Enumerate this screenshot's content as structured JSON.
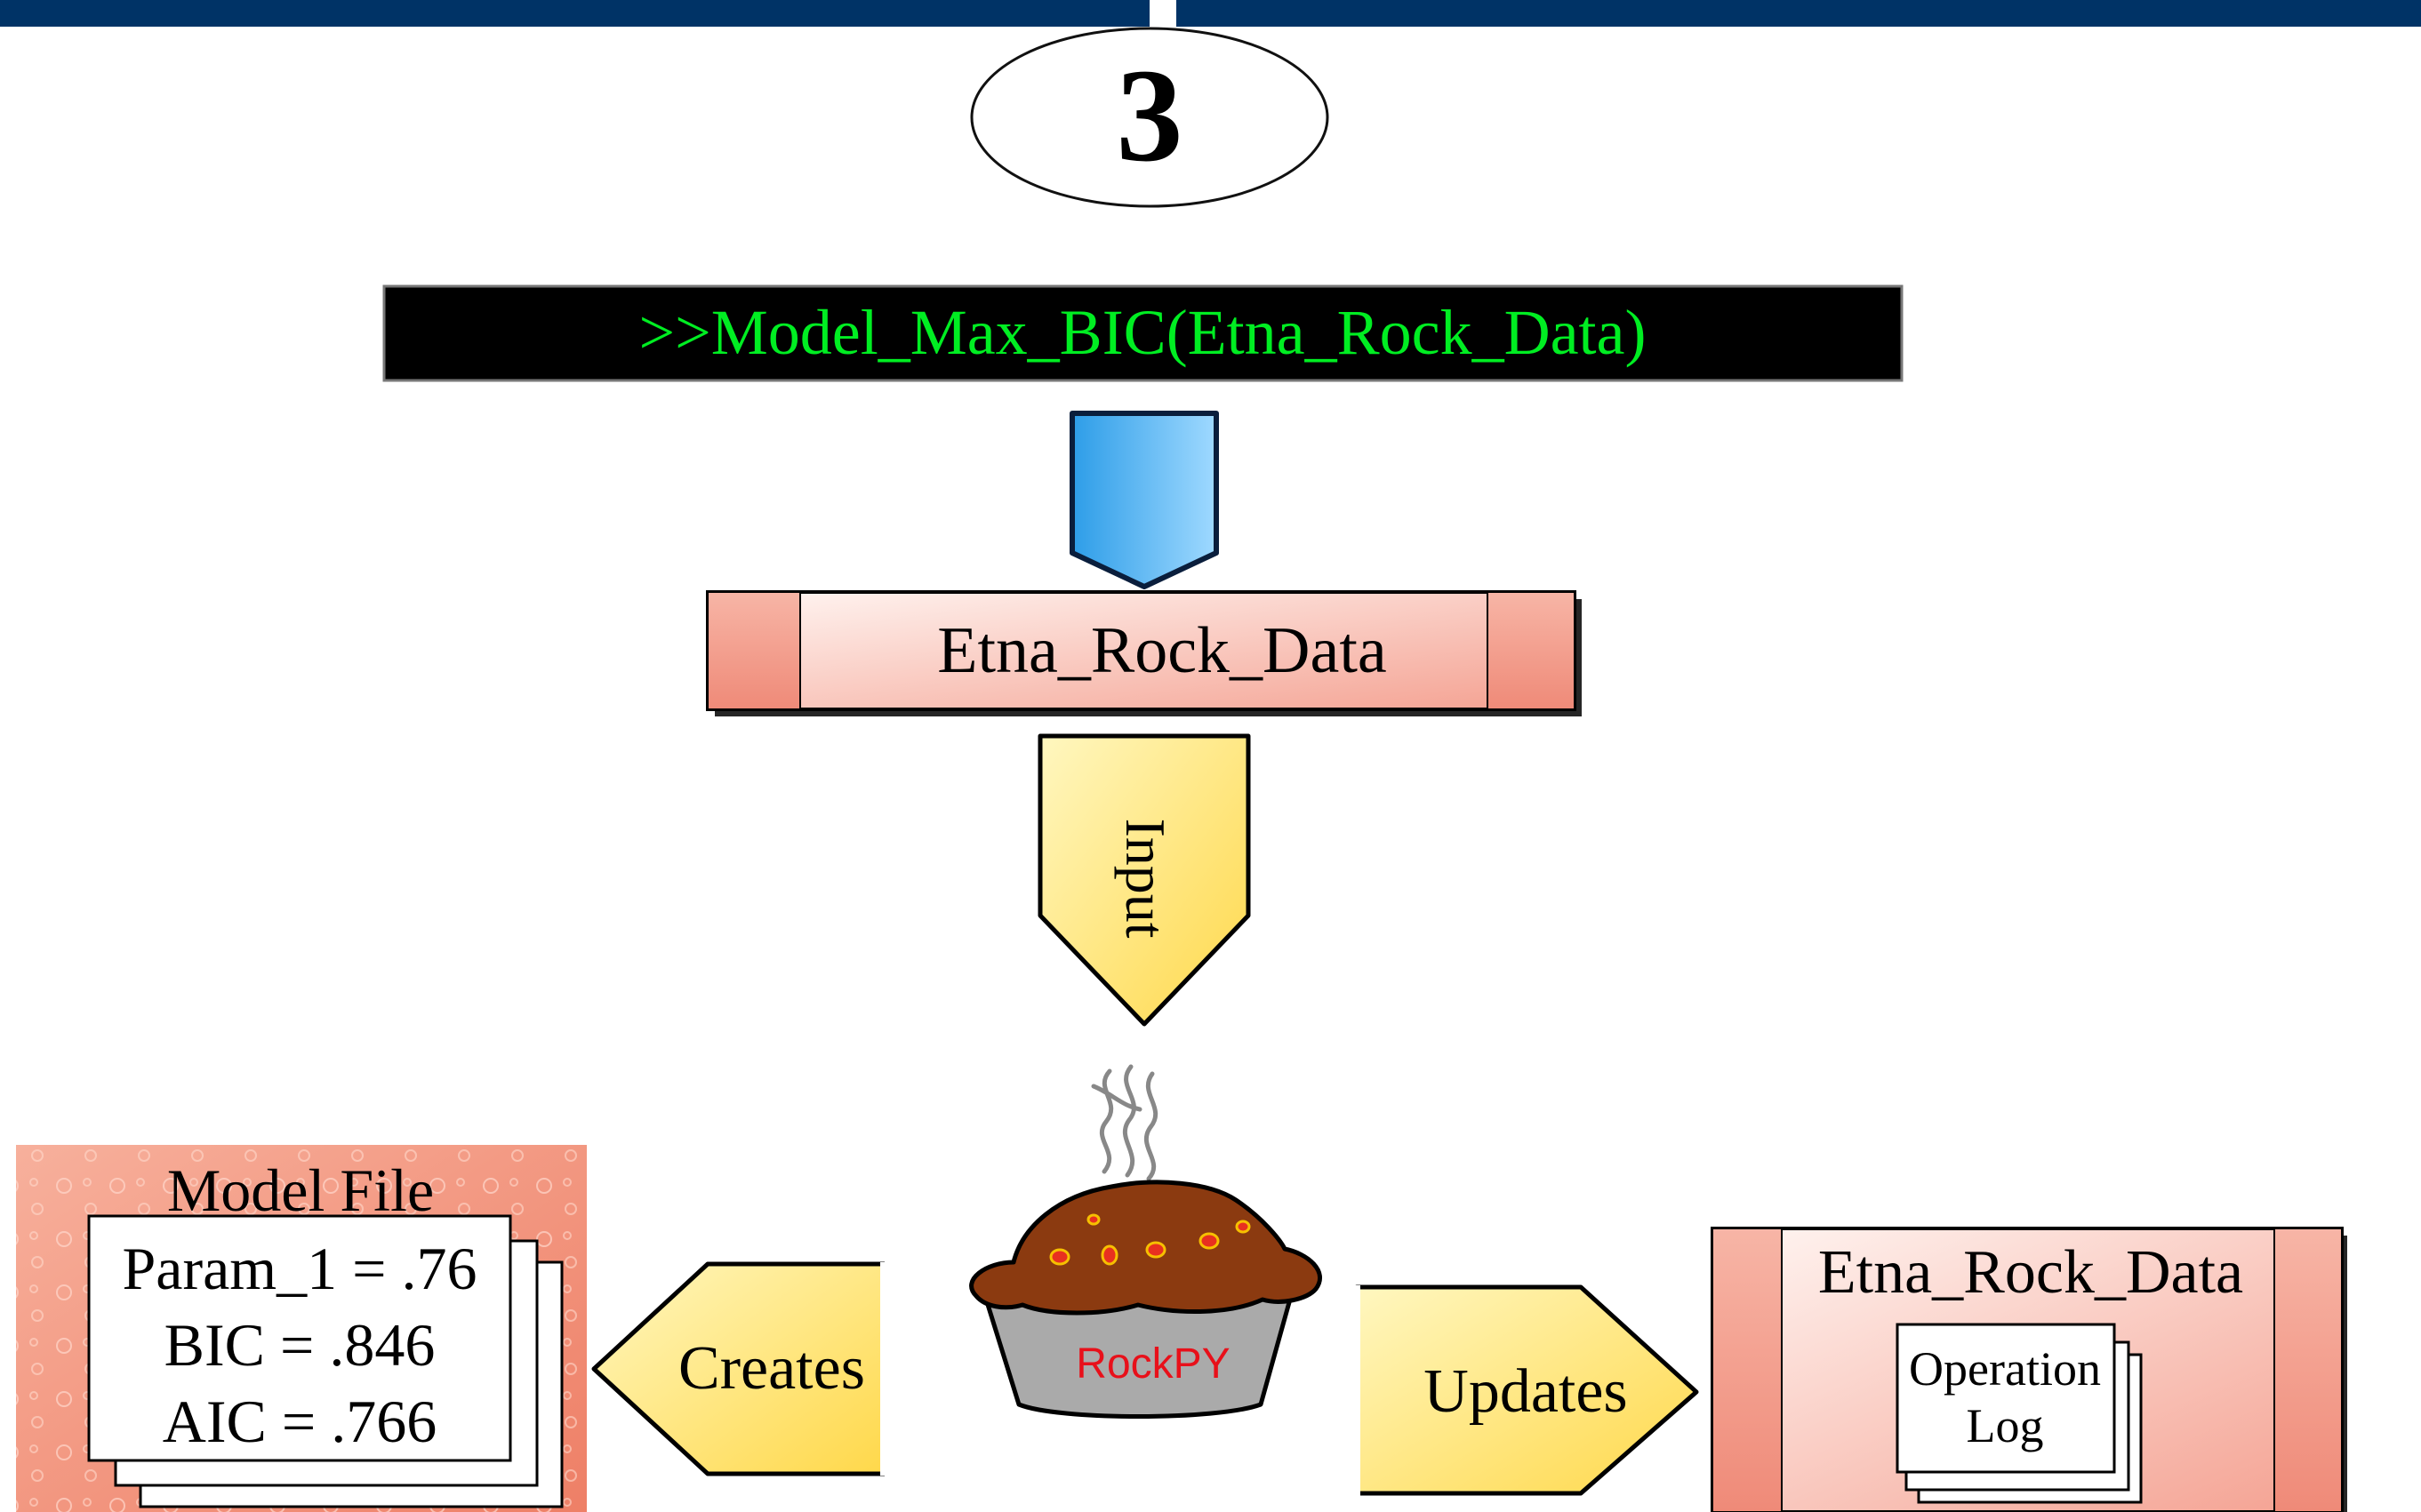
{
  "header": {
    "step_number": "3"
  },
  "command": {
    "text": ">>Model_Max_BIC(Etna_Rock_Data)"
  },
  "dataset_top": {
    "label": "Etna_Rock_Data"
  },
  "input_arrow": {
    "label": "Input"
  },
  "pie": {
    "label": "RockPY"
  },
  "creates_arrow": {
    "label": "Creates"
  },
  "updates_arrow": {
    "label": "Updates"
  },
  "model_file": {
    "title": "Model File",
    "lines": [
      "Param_1 = .76",
      "BIC = .846",
      "AIC = .766"
    ]
  },
  "dataset_right": {
    "title": "Etna_Rock_Data",
    "log_lines": [
      "Operation",
      "Log"
    ]
  },
  "colors": {
    "header_bar": "#003366",
    "command_bg": "#000000",
    "command_text": "#00ee22",
    "salmon": "#f4a090",
    "arrow_blue": "#5ab8f0",
    "arrow_yellow": "#ffe070",
    "pie_crust": "#8b3a10",
    "pie_tin": "#aaaaaa",
    "pie_label": "#e8101a"
  }
}
